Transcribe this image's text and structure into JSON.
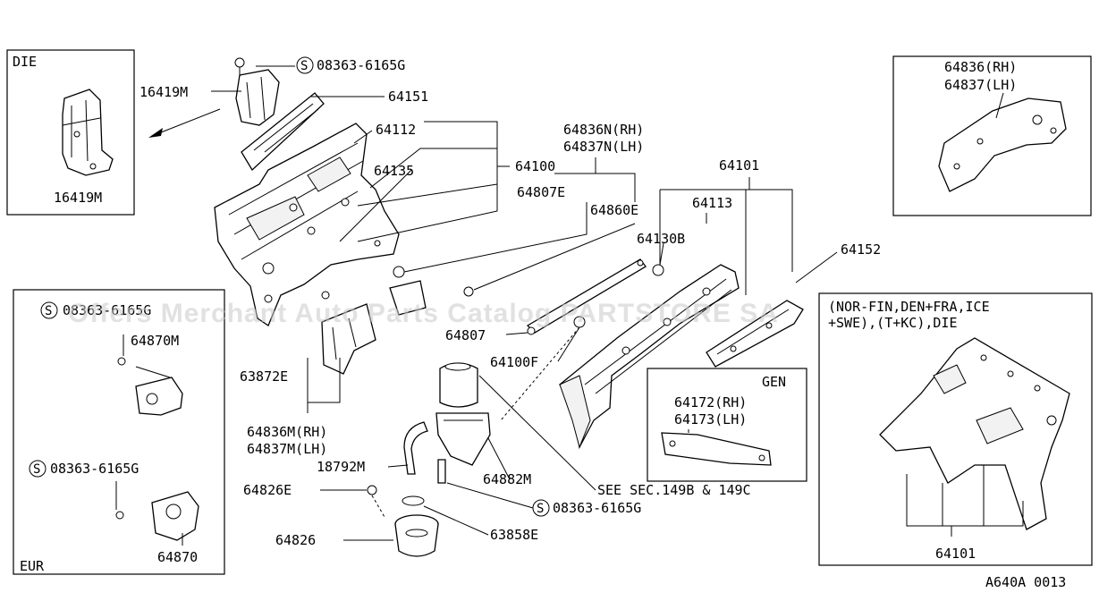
{
  "labels": {
    "die": "DIE",
    "p16419m_top": "16419M",
    "p16419m_inset": "16419M",
    "bolt_top": "08363-6165G",
    "p64151": "64151",
    "p64112": "64112",
    "p64135": "64135",
    "p64100": "64100",
    "p64836n": "64836N(RH)",
    "p64837n": "64837N(LH)",
    "p64807e": "64807E",
    "p64860e": "64860E",
    "p64101_top": "64101",
    "p64113": "64113",
    "p64130b": "64130B",
    "p64152": "64152",
    "p64836_rh": "64836(RH)",
    "p64837_lh": "64837(LH)",
    "eur_bolt1": "08363-6165G",
    "p64870m": "64870M",
    "eur_bolt2": "08363-6165G",
    "p64870": "64870",
    "eur": "EUR",
    "p64807": "64807",
    "p64100f": "64100F",
    "p63872e": "63872E",
    "p64836m": "64836M(RH)",
    "p64837m": "64837M(LH)",
    "p18792m": "18792M",
    "p64882m": "64882M",
    "see_sec": "SEE SEC.149B & 149C",
    "bolt_mid": "08363-6165G",
    "p64826e": "64826E",
    "p64826": "64826",
    "p63858e": "63858E",
    "gen": "GEN",
    "p64172": "64172(RH)",
    "p64173": "64173(LH)",
    "note_line1": "(NOR-FIN,DEN+FRA,ICE",
    "note_line2": "+SWE),(T+KC),DIE",
    "p64101_inset": "64101",
    "diagram_code": "A640A 0013",
    "watermark": "Offers Merchant Auto Parts Catalog PARTSTORE SA"
  },
  "icons": {
    "bolt_symbol": "circled-s-icon"
  }
}
